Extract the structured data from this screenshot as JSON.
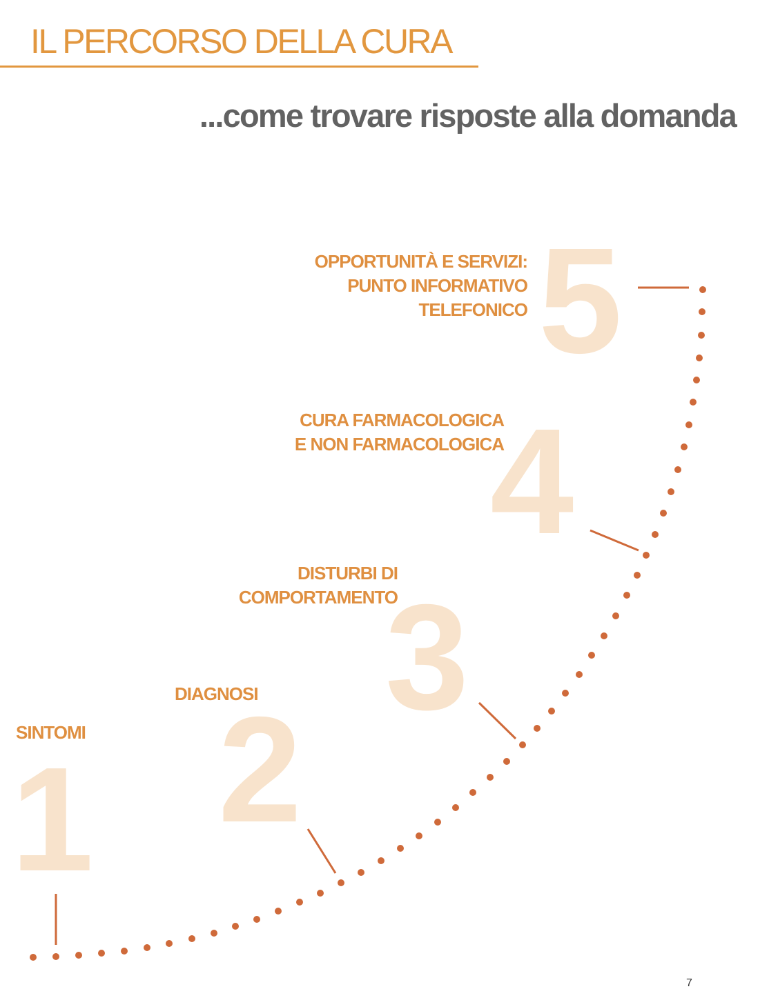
{
  "header": {
    "title": "IL PERCORSO DELLA CURA",
    "subtitle": "...come trovare risposte alla domanda"
  },
  "steps": [
    {
      "number": "1",
      "label_lines": [
        "SINTOMI"
      ]
    },
    {
      "number": "2",
      "label_lines": [
        "DIAGNOSI"
      ]
    },
    {
      "number": "3",
      "label_lines": [
        "DISTURBI DI",
        "COMPORTAMENTO"
      ]
    },
    {
      "number": "4",
      "label_lines": [
        "CURA FARMACOLOGICA",
        "E NON FARMACOLOGICA"
      ]
    },
    {
      "number": "5",
      "label_lines": [
        "OPPORTUNITÀ E SERVIZI:",
        "PUNTO INFORMATIVO",
        "TELEFONICO"
      ]
    }
  ],
  "footer": {
    "page_number": "7"
  },
  "colors": {
    "accent": "#e2973f",
    "label": "#df8f40",
    "subtitle": "#626262",
    "big_number": "#f8e3cc",
    "path": "#cf6a3a"
  }
}
